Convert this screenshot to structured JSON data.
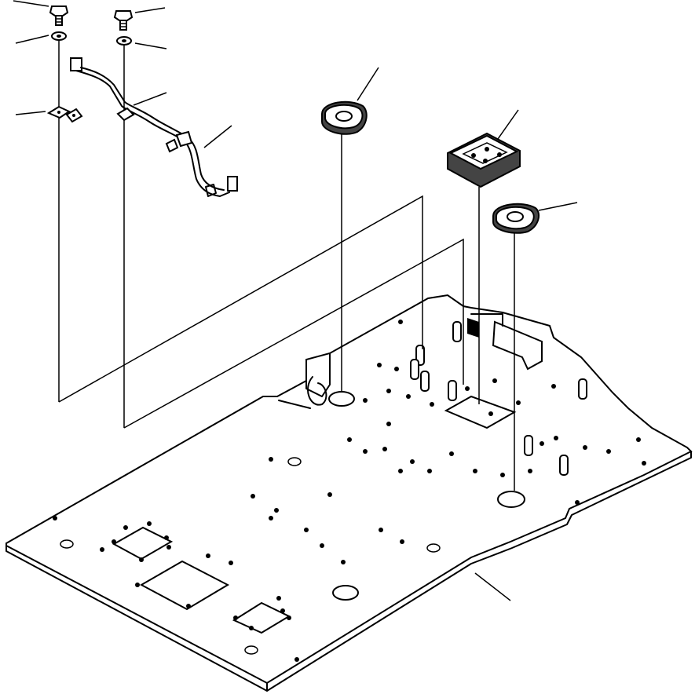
{
  "figure": {
    "kind": "exploded parts diagram",
    "colors": {
      "line": "#000000",
      "background": "#ffffff"
    }
  },
  "parts": [
    {
      "id": "bolt-left"
    },
    {
      "id": "bolt-right"
    },
    {
      "id": "washer-left"
    },
    {
      "id": "washer-right"
    },
    {
      "id": "clamp-plate"
    },
    {
      "id": "wire-harness"
    },
    {
      "id": "harness-clip"
    },
    {
      "id": "grommet-small-1"
    },
    {
      "id": "grommet-large-square"
    },
    {
      "id": "grommet-small-2"
    },
    {
      "id": "floor-plate"
    }
  ]
}
